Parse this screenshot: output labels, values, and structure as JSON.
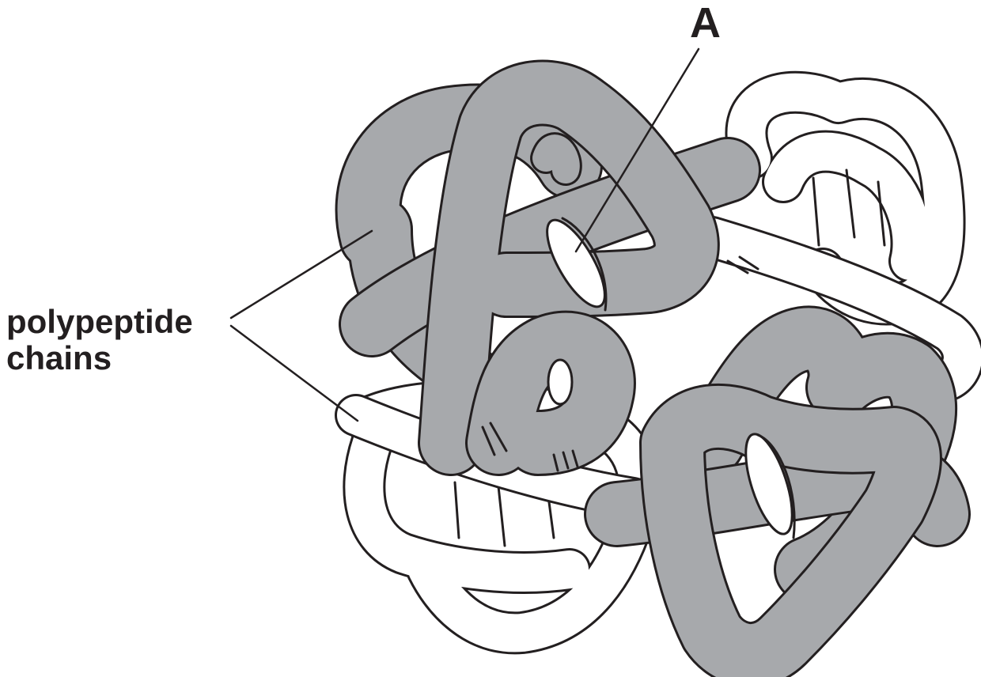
{
  "labels": {
    "heme_group": "A",
    "polypeptide_line1": "polypeptide",
    "polypeptide_line2": "chains"
  },
  "colors": {
    "shaded_chain": "#a7a9ac",
    "outline": "#231f20",
    "unshaded_chain": "#ffffff"
  }
}
